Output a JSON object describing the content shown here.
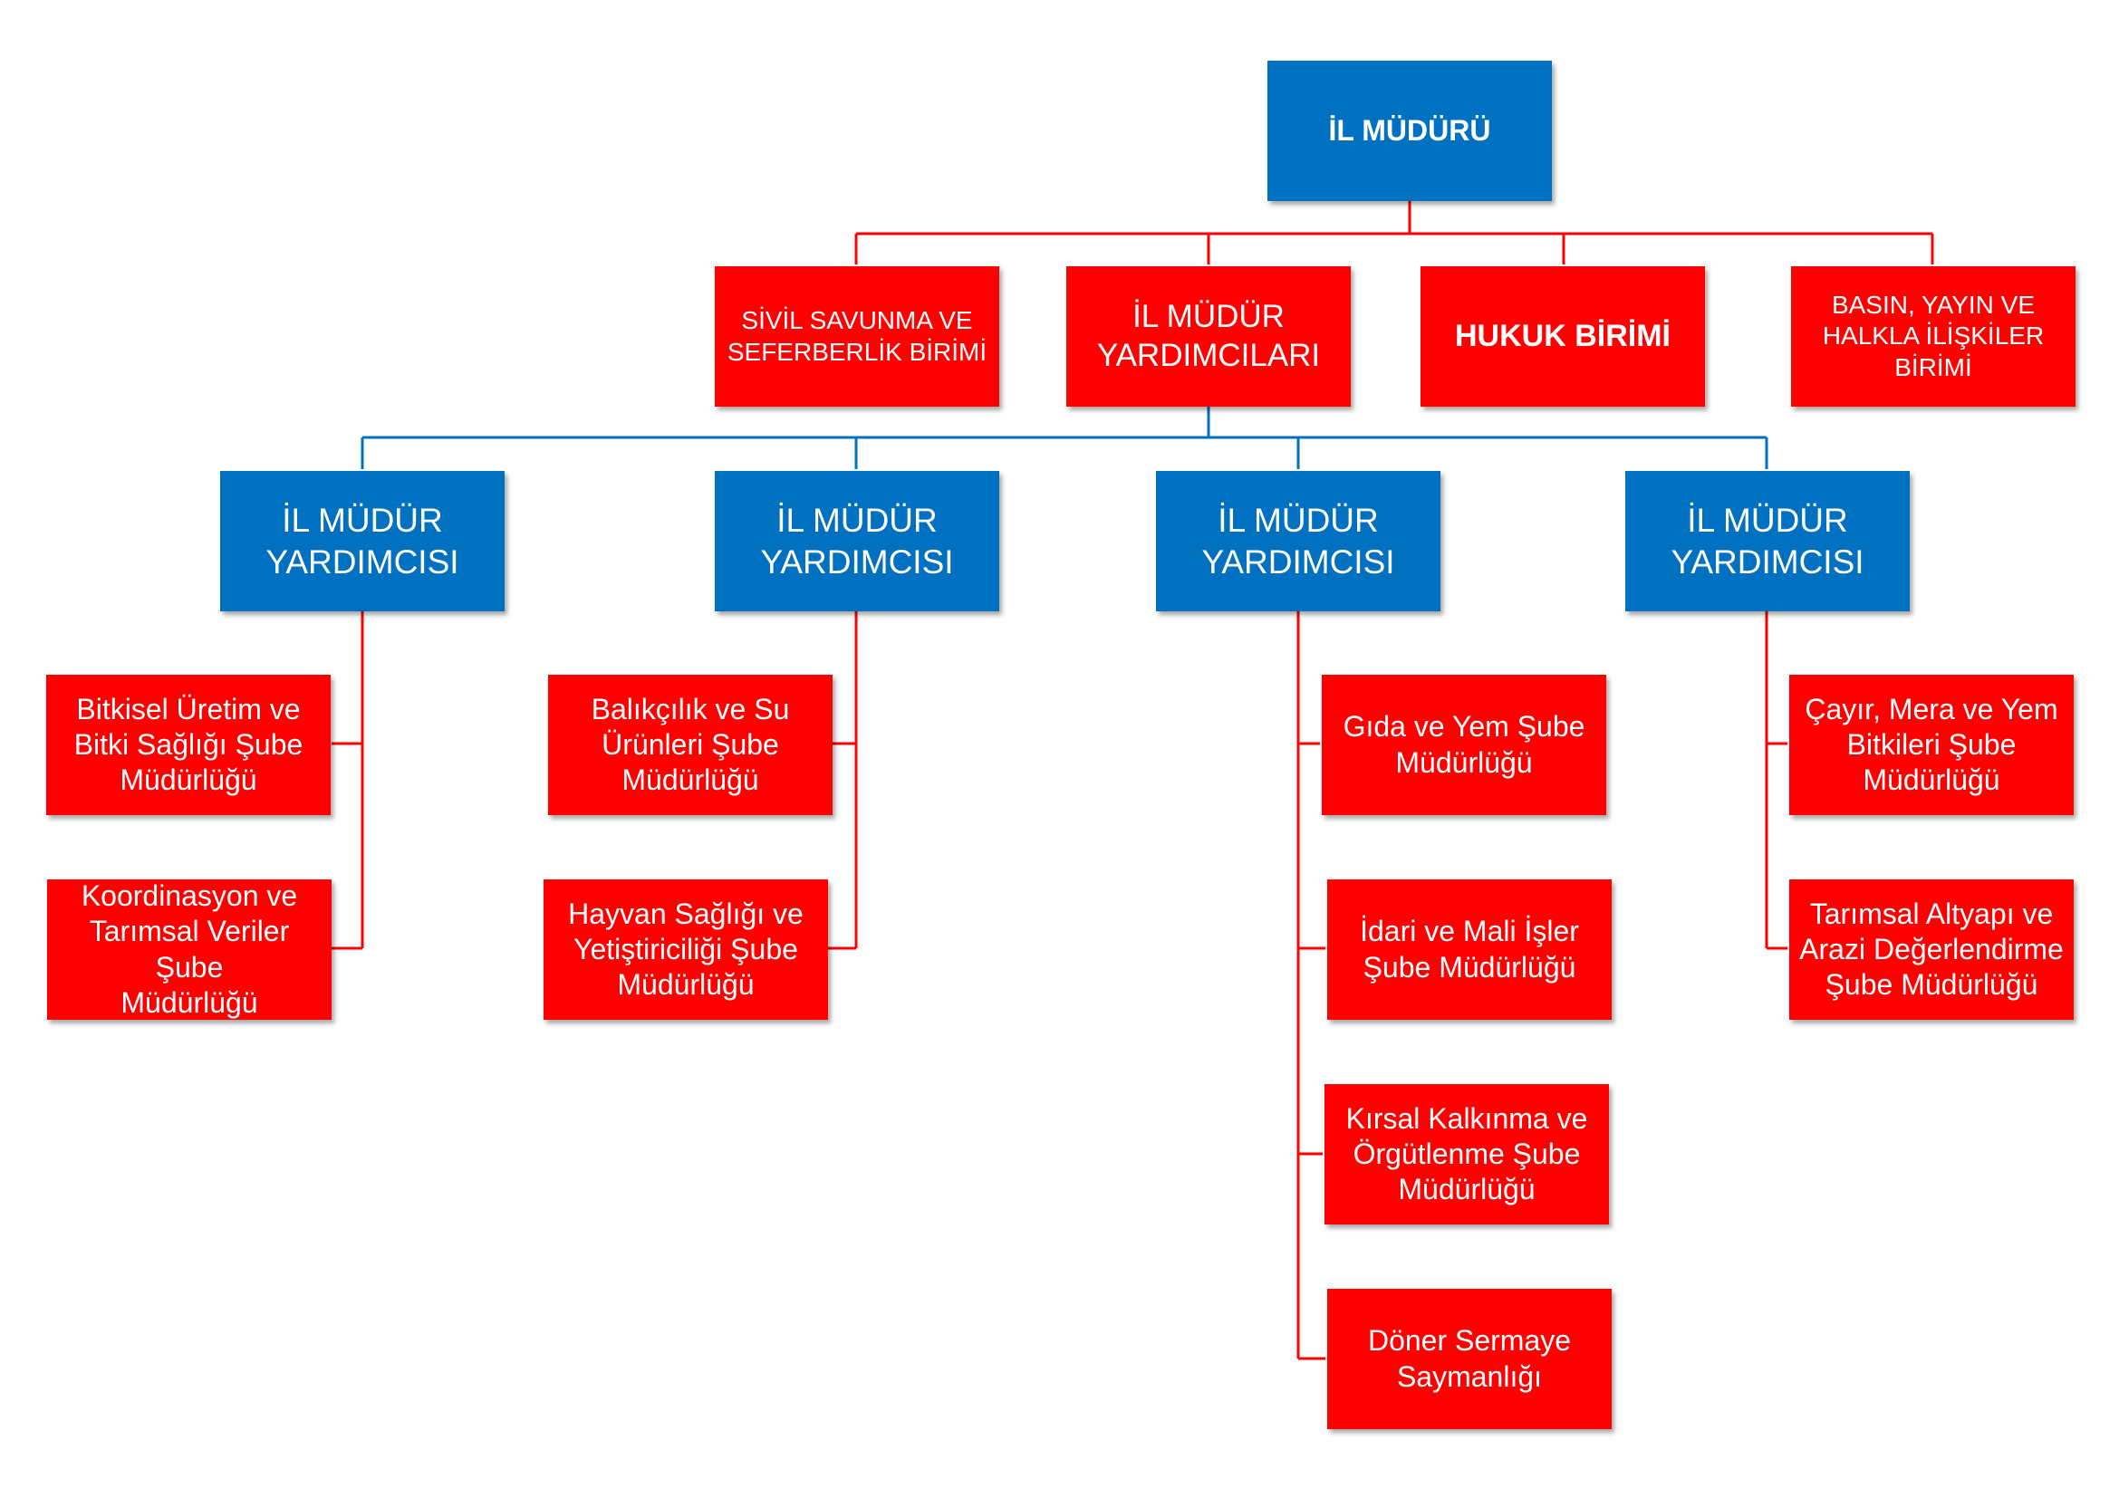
{
  "colors": {
    "blue": "#0070c0",
    "red": "#ff0000"
  },
  "director": {
    "label": "İL MÜDÜRÜ"
  },
  "level1": {
    "civil_defense": "SİVİL SAVUNMA VE\nSEFERBERLİK BİRİMİ",
    "deputies_group": "İL MÜDÜR\nYARDIMCILARI",
    "legal": "HUKUK BİRİMİ",
    "press": "BASIN, YAYIN VE\nHALKLA İLİŞKİLER\nBİRİMİ"
  },
  "deputies": [
    {
      "label": "İL MÜDÜR\nYARDIMCISI",
      "units": [
        "Bitkisel Üretim ve\nBitki Sağlığı Şube\nMüdürlüğü",
        "Koordinasyon ve\nTarımsal Veriler Şube\nMüdürlüğü"
      ]
    },
    {
      "label": "İL MÜDÜR\nYARDIMCISI",
      "units": [
        "Balıkçılık ve Su\nÜrünleri Şube\nMüdürlüğü",
        "Hayvan Sağlığı ve\nYetiştiriciliği Şube\nMüdürlüğü"
      ]
    },
    {
      "label": "İL MÜDÜR\nYARDIMCISI",
      "units": [
        "Gıda ve Yem Şube\nMüdürlüğü",
        "İdari ve Mali İşler\nŞube Müdürlüğü",
        "Kırsal Kalkınma ve\nÖrgütlenme Şube\nMüdürlüğü",
        "Döner Sermaye\nSaymanlığı"
      ]
    },
    {
      "label": "İL MÜDÜR\nYARDIMCISI",
      "units": [
        "Çayır, Mera ve Yem\nBitkileri Şube\nMüdürlüğü",
        "Tarımsal Altyapı ve\nArazi Değerlendirme\nŞube Müdürlüğü"
      ]
    }
  ]
}
